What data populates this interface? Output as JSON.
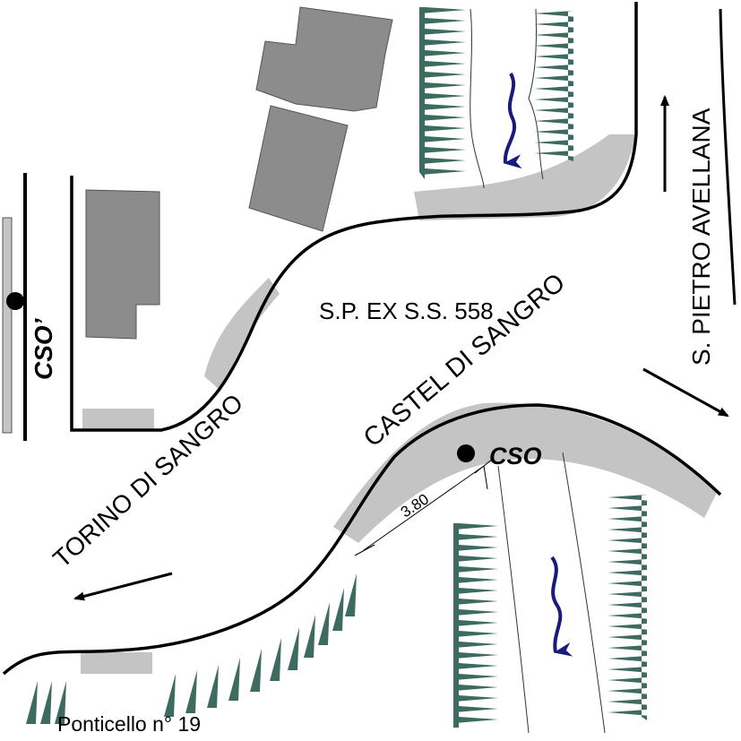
{
  "labels": {
    "road_main": "S.P. EX S.S. 558",
    "road_north": "S. PIETRO AVELLANA",
    "dir_east": "CASTEL DI SANGRO",
    "dir_west": "TORINO DI SANGRO",
    "station_left": "CSO’",
    "station_right": "CSO",
    "distance": "3.80",
    "bridge": "Ponticello n° 19"
  },
  "colors": {
    "building": "#8c8c8c",
    "shoulder": "#c4c4c4",
    "vegetation": "#3d6b5f",
    "water_arrow": "#1a1a7a",
    "road_edge": "#000000"
  },
  "icons": {
    "vegetation": "tree-comb-icon",
    "flow": "water-flow-arrow-icon",
    "station": "station-dot-icon"
  }
}
